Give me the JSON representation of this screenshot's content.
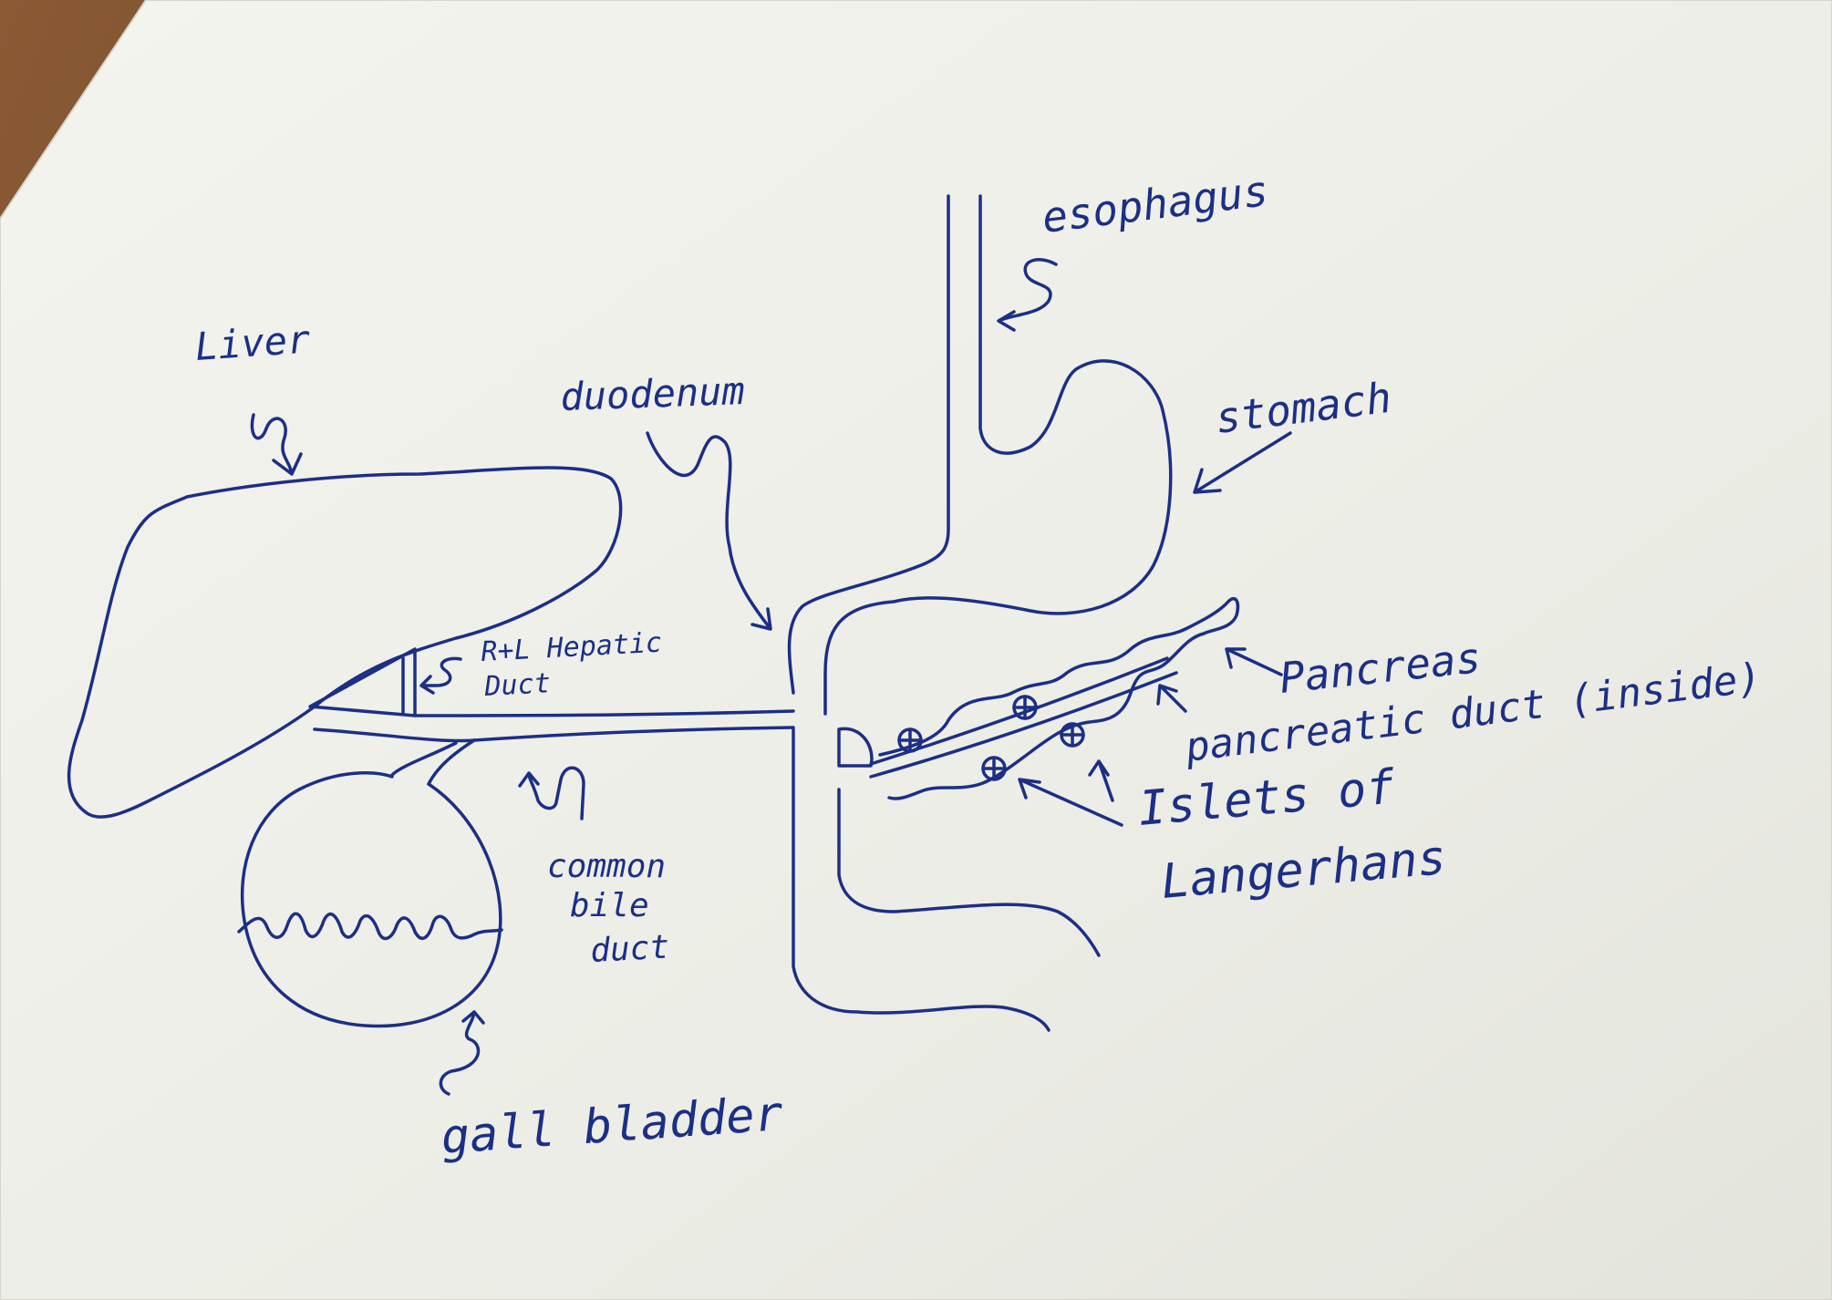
{
  "diagram": {
    "ink_color": "#1c2f86",
    "paper_color": "#edefe8",
    "table_color": "#7a4e2c",
    "labels": {
      "liver": "Liver",
      "duodenum": "duodenum",
      "esophagus": "esophagus",
      "stomach": "stomach",
      "hepatic_duct_line1": "R+L Hepatic",
      "hepatic_duct_line2": "Duct",
      "pancreas": "Pancreas",
      "pancreatic_duct": "pancreatic duct (inside)",
      "islets_line1": "Islets of",
      "islets_line2": "Langerhans",
      "common_bile_duct_line1": "common",
      "common_bile_duct_line2": "bile",
      "common_bile_duct_line3": "duct",
      "gall_bladder": "gall bladder"
    }
  }
}
